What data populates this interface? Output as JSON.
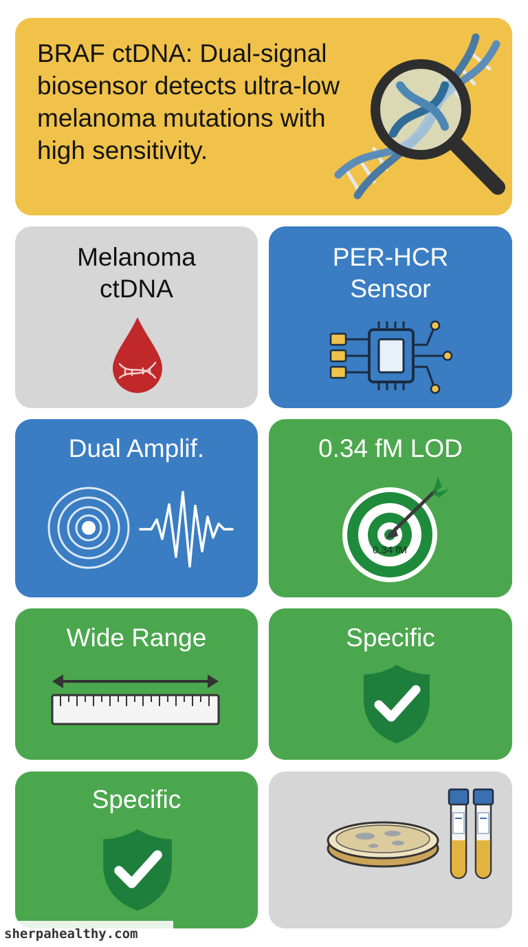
{
  "header": {
    "title": "BRAF ctDNA: Dual-signal biosensor detects ultra-low melanoma mutations with high sensitivity.",
    "icon": "dna-magnifier-icon"
  },
  "tiles": [
    {
      "title": "Melanoma ctDNA",
      "icon": "blood-drop-dna-icon",
      "color": "#d6d6d6"
    },
    {
      "title": "PER-HCR Sensor",
      "icon": "circuit-chip-icon",
      "color": "#3a7dc3"
    },
    {
      "title": "Dual Amplif.",
      "icon": "signal-waves-icon",
      "color": "#3a7dc3"
    },
    {
      "title": "0.34 fM LOD",
      "icon": "target-arrow-icon",
      "icon_label": "0.34 fM",
      "color": "#4ba74e"
    },
    {
      "title": "Wide Range",
      "icon": "ruler-range-icon",
      "color": "#4ba74e"
    },
    {
      "title": "Specific",
      "icon": "shield-check-icon",
      "color": "#4ba74e"
    },
    {
      "title": "Specific",
      "icon": "shield-check-icon",
      "color": "#4ba74e"
    },
    {
      "title": "",
      "icon": "petri-dish-test-tubes-icon",
      "color": "#d6d6d6"
    }
  ],
  "footer": {
    "brand": "sherpahealthy.com"
  }
}
